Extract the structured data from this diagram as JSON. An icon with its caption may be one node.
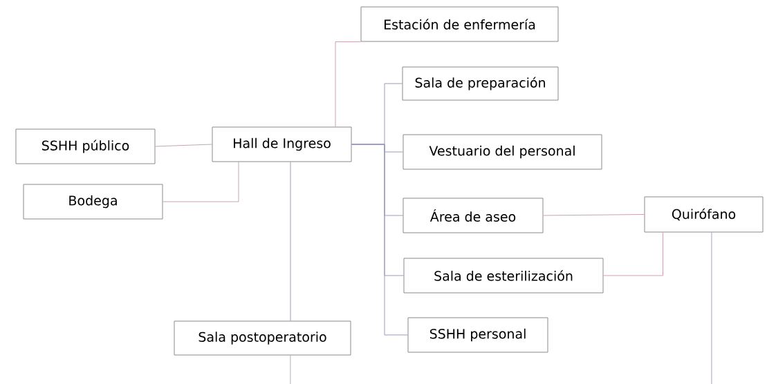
{
  "diagram": {
    "nodes": [
      {
        "text": [
          "Estación de enfermería"
        ]
      },
      {
        "text": [
          "Sala de preparación"
        ]
      },
      {
        "text": [
          "SSHH público"
        ]
      },
      {
        "text": [
          "Hall de Ingreso"
        ]
      },
      {
        "text": [
          "Vestuario del personal"
        ]
      },
      {
        "text": [
          "Bodega"
        ]
      },
      {
        "text": [
          "Área de aseo"
        ]
      },
      {
        "text": [
          "Quirófano"
        ]
      },
      {
        "text": [
          "Sala de esterilización"
        ]
      },
      {
        "text": [
          "Sala postoperatorio"
        ]
      },
      {
        "text": [
          "SSHH personal"
        ]
      }
    ],
    "edges": [
      {
        "from": 3,
        "to": 0,
        "arrow": "none",
        "color": "#c9a3ab"
      },
      {
        "from": 2,
        "to": 3,
        "arrow": "none",
        "color": "#c9a3ab"
      },
      {
        "from": 5,
        "to": 3,
        "arrow": "none",
        "color": "#c9a3ab"
      },
      {
        "from": 3,
        "to": 1,
        "arrow": "none"
      },
      {
        "from": 3,
        "to": 4,
        "arrow": "none"
      },
      {
        "from": 3,
        "to": 6,
        "arrow": "none"
      },
      {
        "from": 3,
        "to": 8,
        "arrow": "none"
      },
      {
        "from": 3,
        "to": 10,
        "arrow": "none"
      },
      {
        "from": 3,
        "to": 9,
        "arrow": "none"
      },
      {
        "from": 9,
        "to": null,
        "arrow": "none"
      },
      {
        "from": 6,
        "to": 7,
        "arrow": "none",
        "color": "#c9a3ab"
      },
      {
        "from": 8,
        "to": 7,
        "arrow": "none",
        "color": "#c9a3ab"
      },
      {
        "from": 7,
        "to": null,
        "arrow": "none"
      }
    ]
  }
}
